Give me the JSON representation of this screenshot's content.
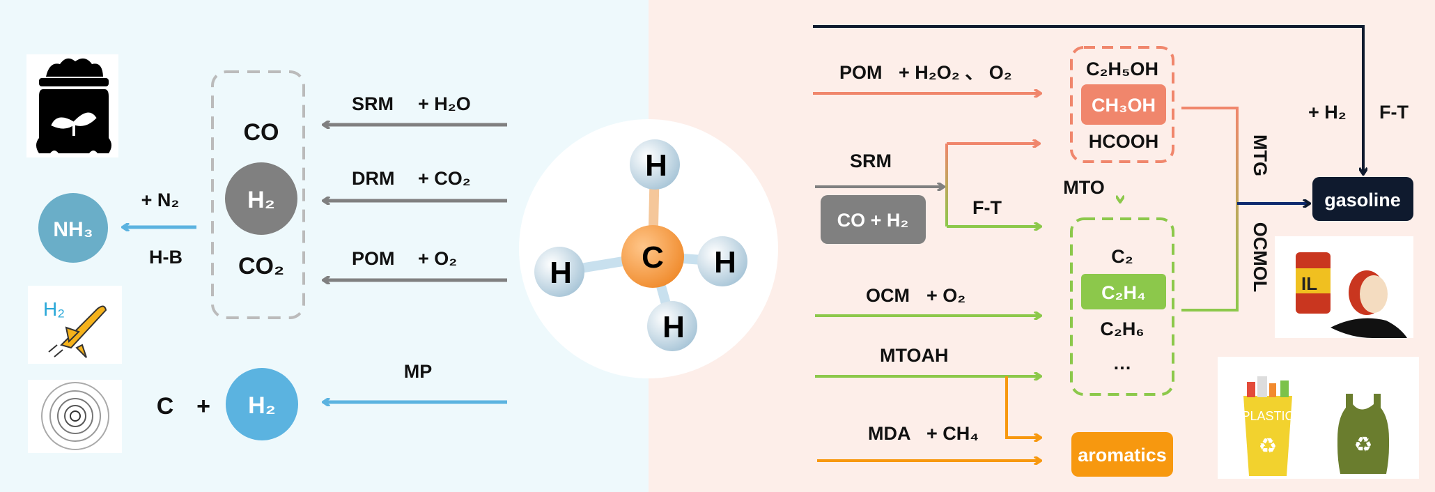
{
  "colors": {
    "left_bg": "#eef9fc",
    "right_bg": "#fdeee9",
    "gray": "#808080",
    "blue": "#5bb3e0",
    "nh3": "#6aaec8",
    "salmon": "#f0866c",
    "green": "#8cc84b",
    "orange": "#f7980f",
    "navy": "#0f1a2e"
  },
  "left": {
    "syngas_box": {
      "co": "CO",
      "h2": "H₂",
      "co2": "CO₂"
    },
    "routes": [
      {
        "name": "SRM",
        "reagent": "+ H₂O"
      },
      {
        "name": "DRM",
        "reagent": "+ CO₂"
      },
      {
        "name": "POM",
        "reagent": "+ O₂"
      }
    ],
    "ammonia": {
      "product": "NH₃",
      "reagent": "+ N₂",
      "process": "H-B"
    },
    "pyrolysis": {
      "name": "MP",
      "carbon": "C",
      "plus": "+",
      "h2": "H₂"
    },
    "rocket_icon_text": "H₂"
  },
  "methane": {
    "center": "C",
    "h": "H"
  },
  "right": {
    "pom": {
      "name": "POM",
      "reagent": "+ H₂O₂ 、 O₂"
    },
    "oxygenates": {
      "top": "C₂H₅OH",
      "main": "CH₃OH",
      "bottom": "HCOOH"
    },
    "srm": {
      "name": "SRM",
      "syngas": "CO + H₂",
      "ft": "F-T"
    },
    "mto": "MTO",
    "olefins": {
      "top": "C₂",
      "main": "C₂H₄",
      "bottom": "C₂H₆",
      "more": "…"
    },
    "ocm": {
      "name": "OCM",
      "reagent": "+ O₂"
    },
    "mtoah": "MTOAH",
    "mda": {
      "name": "MDA",
      "reagent": "+ CH₄"
    },
    "aromatics": "aromatics",
    "mtg": "MTG",
    "ocmol": "OCMOL",
    "gasoline": "gasoline",
    "top_route": {
      "reagent": "+ H₂",
      "process": "F-T"
    },
    "oil_image_text": "IL",
    "plastic_image_text": "PLASTIC"
  }
}
